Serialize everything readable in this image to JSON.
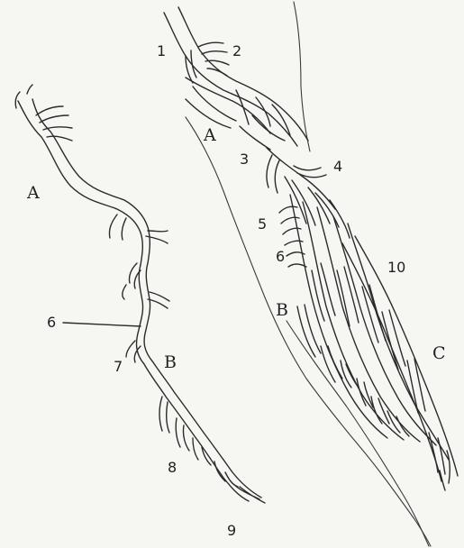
{
  "left_figure": {
    "labels": {
      "A": "A",
      "B": "B",
      "n6": "6",
      "n7": "7",
      "n8": "8",
      "n9": "9"
    }
  },
  "right_figure": {
    "labels": {
      "n1": "1",
      "n2": "2",
      "A": "A",
      "n3": "3",
      "n4": "4",
      "n5": "5",
      "n6": "6",
      "n10": "10",
      "B": "B",
      "C": "C"
    }
  }
}
